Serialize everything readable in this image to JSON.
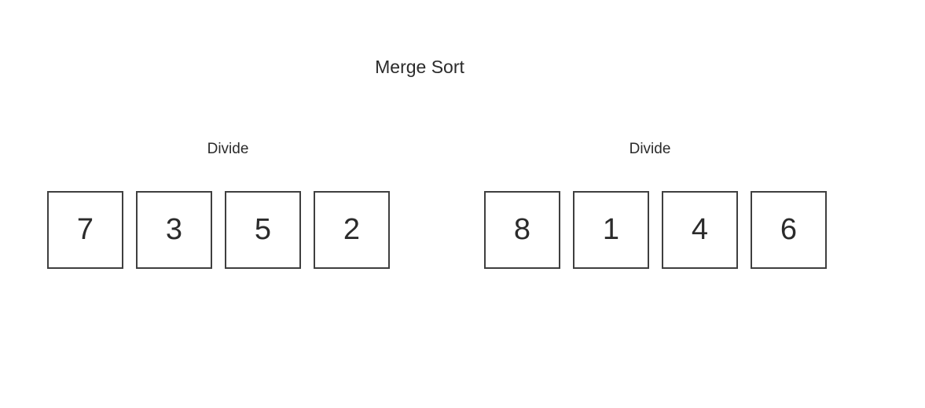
{
  "title": "Merge Sort",
  "colors": {
    "background": "#ffffff",
    "cell_border": "#3f3f3f",
    "text": "#2b2b2b"
  },
  "groups": [
    {
      "label": "Divide",
      "values": [
        "7",
        "3",
        "5",
        "2"
      ]
    },
    {
      "label": "Divide",
      "values": [
        "8",
        "1",
        "4",
        "6"
      ]
    }
  ]
}
